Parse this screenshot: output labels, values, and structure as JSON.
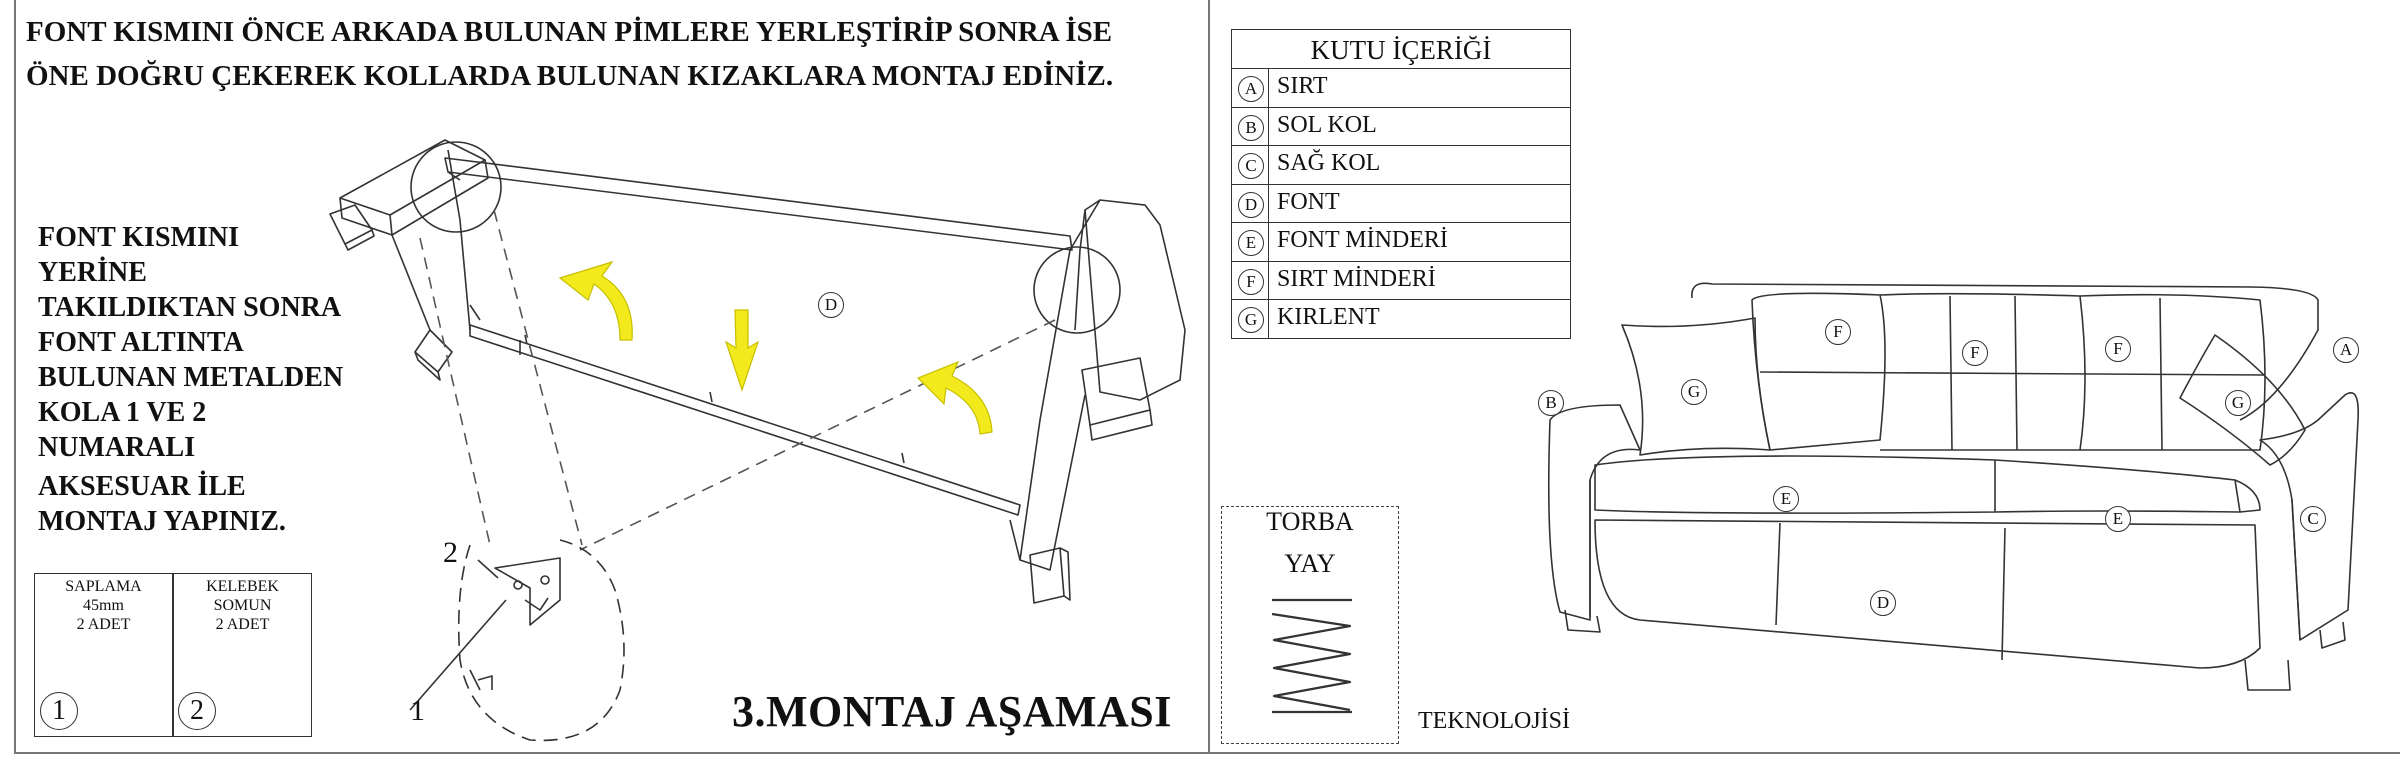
{
  "page": {
    "heading_line1": "FONT KISMINI ÖNCE ARKADA BULUNAN PİMLERE YERLEŞTİRİP SONRA İSE",
    "heading_line2": "ÖNE DOĞRU ÇEKEREK KOLLARDA BULUNAN KIZAKLARA MONTAJ EDİNİZ.",
    "instruction_lines": [
      "FONT KISMINI",
      "YERİNE",
      "TAKILDIKTAN SONRA",
      "FONT ALTINTA",
      "BULUNAN METALDEN",
      "KOLA 1 VE 2",
      "NUMARALI",
      "AKSESUAR İLE",
      "MONTAJ YAPINIZ."
    ],
    "stage_title": "3.MONTAJ AŞAMASI"
  },
  "accessories": [
    {
      "name": "SAPLAMA",
      "size": "45mm",
      "qty": "2 ADET",
      "number": "1"
    },
    {
      "name": "KELEBEK",
      "size": "SOMUN",
      "qty": "2 ADET",
      "number": "2"
    }
  ],
  "detail_labels": {
    "two": "2",
    "one": "1"
  },
  "diagram_labels": {
    "front_part": "D"
  },
  "box_contents": {
    "title": "KUTU İÇERİĞİ",
    "items": [
      {
        "letter": "A",
        "name": "SIRT"
      },
      {
        "letter": "B",
        "name": "SOL KOL"
      },
      {
        "letter": "C",
        "name": "SAĞ KOL"
      },
      {
        "letter": "D",
        "name": "FONT"
      },
      {
        "letter": "E",
        "name": "FONT MİNDERİ"
      },
      {
        "letter": "F",
        "name": "SIRT MİNDERİ"
      },
      {
        "letter": "G",
        "name": "KIRLENT"
      }
    ]
  },
  "spring_box": {
    "line1": "TORBA",
    "line2": "YAY",
    "caption": "TEKNOLOJİSİ"
  },
  "sofa_labels": {
    "A": "A",
    "B": "B",
    "C": "C",
    "D": "D",
    "E1": "E",
    "E2": "E",
    "F1": "F",
    "F2": "F",
    "F3": "F",
    "G1": "G",
    "G2": "G"
  },
  "colors": {
    "arrow": "#f2ea1c",
    "line": "#333333"
  }
}
